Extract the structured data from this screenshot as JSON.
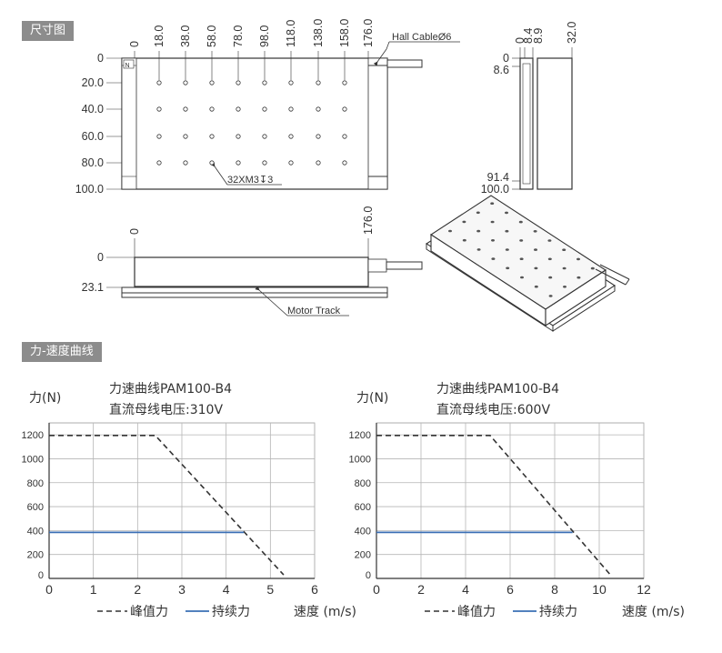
{
  "sections": {
    "dimensions_label": "尺寸图",
    "force_speed_label": "力-速度曲线"
  },
  "drawing": {
    "top_x_labels": [
      "0",
      "18.0",
      "38.0",
      "58.0",
      "78.0",
      "98.0",
      "118.0",
      "138.0",
      "158.0",
      "176.0"
    ],
    "top_y_labels": [
      "0",
      "20.0",
      "40.0",
      "60.0",
      "80.0",
      "100.0"
    ],
    "cable_label": "Hall CableØ6",
    "hole_label": "32XM3↧3",
    "n_mark": "N",
    "side_x_labels": [
      "0",
      "8.4",
      "8.9",
      "32.0"
    ],
    "side_y_labels": [
      "0",
      "8.6",
      "91.4",
      "100.0"
    ],
    "front_x_labels": [
      "0",
      "176.0"
    ],
    "front_y_labels": [
      "0",
      "23.1"
    ],
    "track_label": "Motor Track"
  },
  "chart_data": [
    {
      "type": "line",
      "title": "力速曲线PAM100-B4",
      "subtitle": "直流母线电压:310V",
      "ylabel": "力(N)",
      "xlabel": "速度 (m/s)",
      "xlim": [
        0,
        6
      ],
      "ylim": [
        0,
        1300
      ],
      "xticks": [
        "0",
        "1",
        "2",
        "3",
        "4",
        "5",
        "6"
      ],
      "yticks": [
        "0",
        "200",
        "400",
        "600",
        "800",
        "1000",
        "1200"
      ],
      "series": [
        {
          "name": "峰值力",
          "style": "dashed",
          "color": "#333333",
          "x": [
            0,
            2.4,
            5.3
          ],
          "y": [
            1195,
            1195,
            30
          ]
        },
        {
          "name": "持续力",
          "style": "solid",
          "color": "#3a6fb5",
          "x": [
            0,
            4.4
          ],
          "y": [
            385,
            385
          ]
        }
      ]
    },
    {
      "type": "line",
      "title": "力速曲线PAM100-B4",
      "subtitle": "直流母线电压:600V",
      "ylabel": "力(N)",
      "xlabel": "速度 (m/s)",
      "xlim": [
        0,
        12
      ],
      "ylim": [
        0,
        1300
      ],
      "xticks": [
        "0",
        "2",
        "4",
        "6",
        "8",
        "10",
        "12"
      ],
      "yticks": [
        "0",
        "200",
        "400",
        "600",
        "800",
        "1000",
        "1200"
      ],
      "series": [
        {
          "name": "峰值力",
          "style": "dashed",
          "color": "#333333",
          "x": [
            0,
            5.1,
            10.5
          ],
          "y": [
            1195,
            1195,
            30
          ]
        },
        {
          "name": "持续力",
          "style": "solid",
          "color": "#3a6fb5",
          "x": [
            0,
            8.8
          ],
          "y": [
            385,
            385
          ]
        }
      ]
    }
  ]
}
